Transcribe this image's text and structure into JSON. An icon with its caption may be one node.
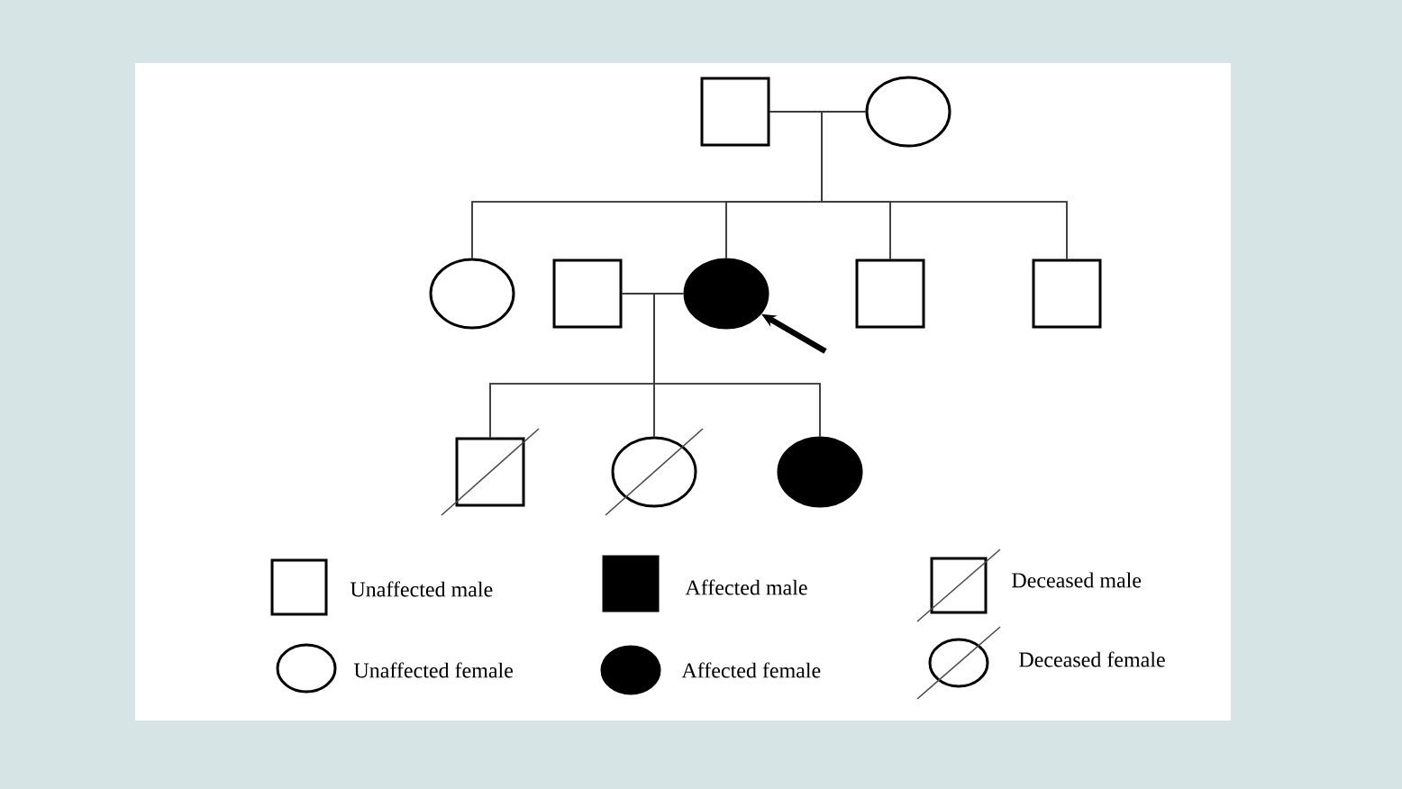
{
  "diagram": {
    "nodes": [
      {
        "text": [],
        "shape": "box"
      },
      {
        "text": [],
        "shape": "circle"
      },
      {
        "text": [],
        "shape": "circle"
      },
      {
        "text": [],
        "shape": "box"
      },
      {
        "text": [],
        "shape": "circle"
      },
      {
        "text": [],
        "shape": "box"
      },
      {
        "text": [],
        "shape": "box"
      },
      {
        "text": [],
        "shape": "box"
      },
      {
        "text": [],
        "shape": "circle"
      },
      {
        "text": [],
        "shape": "circle"
      }
    ],
    "edges": [
      {
        "from": 0,
        "to": 1,
        "arrow": "none"
      },
      {
        "from": 0,
        "to": 2,
        "arrow": "none"
      },
      {
        "from": 0,
        "to": 4,
        "arrow": "none"
      },
      {
        "from": 0,
        "to": 5,
        "arrow": "none"
      },
      {
        "from": 0,
        "to": 6,
        "arrow": "none"
      },
      {
        "from": 1,
        "to": 2,
        "arrow": "none"
      },
      {
        "from": 1,
        "to": 4,
        "arrow": "none"
      },
      {
        "from": 1,
        "to": 5,
        "arrow": "none"
      },
      {
        "from": 1,
        "to": 6,
        "arrow": "none"
      },
      {
        "from": 3,
        "to": 4,
        "arrow": "none"
      },
      {
        "from": 3,
        "to": 7,
        "arrow": "none"
      },
      {
        "from": 3,
        "to": 8,
        "arrow": "none"
      },
      {
        "from": 3,
        "to": 9,
        "arrow": "none"
      },
      {
        "from": 4,
        "to": 7,
        "arrow": "none"
      },
      {
        "from": 4,
        "to": 8,
        "arrow": "none"
      },
      {
        "from": 4,
        "to": 9,
        "arrow": "none"
      },
      {
        "from": null,
        "to": 4,
        "arrow": "to",
        "style": "thick"
      }
    ],
    "legend": [
      {
        "text": "Unaffected male"
      },
      {
        "text": "Affected male"
      },
      {
        "text": "Deceased male"
      },
      {
        "text": "Unaffected female"
      },
      {
        "text": "Affected female"
      },
      {
        "text": "Deceased female"
      }
    ]
  }
}
